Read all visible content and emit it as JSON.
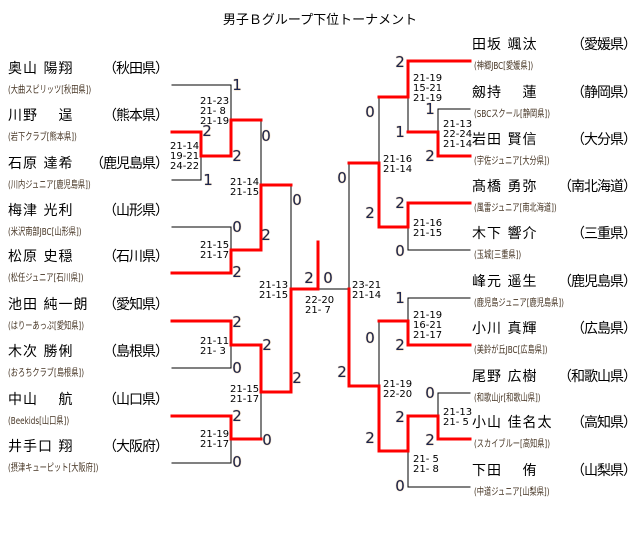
{
  "title": "男子Ｂグループ下位トーナメント",
  "players": {
    "left": [
      {
        "name": "奥山 陽翔",
        "pref": "（秋田県）",
        "team": "(大曲スピリッツ[秋田県])"
      },
      {
        "name": "川野　 逞",
        "pref": "（熊本県）",
        "team": "(岩下クラブ[熊本県])"
      },
      {
        "name": "石原 達希",
        "pref": "（鹿児島県）",
        "team": "(川内ジュニア[鹿児島県])"
      },
      {
        "name": "梅津 光利",
        "pref": "（山形県）",
        "team": "(米沢南部JBC[山形県])"
      },
      {
        "name": "松原 史穏",
        "pref": "（石川県）",
        "team": "(松任ジュニア[石川県])"
      },
      {
        "name": "池田 純一朗",
        "pref": "（愛知県）",
        "team": "(はりーあっぷ[愛知県])"
      },
      {
        "name": "木次 勝俐",
        "pref": "（島根県）",
        "team": "(おろちクラブ[島根県])"
      },
      {
        "name": "中山　 航",
        "pref": "（山口県）",
        "team": "(Beekids[山口県])"
      },
      {
        "name": "井手口 翔",
        "pref": "（大阪府）",
        "team": "(摂津キューピット[大阪府])"
      }
    ],
    "right": [
      {
        "name": "田坂 颯汰",
        "pref": "（愛媛県）",
        "team": "(神郷JBC[愛媛県])"
      },
      {
        "name": "劔持　 蓮",
        "pref": "（静岡県）",
        "team": "(SBCスクール[静岡県])"
      },
      {
        "name": "岩田 賢信",
        "pref": "（大分県）",
        "team": "(宇佐ジュニア[大分県])"
      },
      {
        "name": "髙橋 勇弥",
        "pref": "（南北海道）",
        "team": "(風雷ジュニア[南北海道])"
      },
      {
        "name": "木下 響介",
        "pref": "（三重県）",
        "team": "(玉城[三重県])"
      },
      {
        "name": "峰元 遥生",
        "pref": "（鹿児島県）",
        "team": "(鹿児島ジュニア[鹿児島県])"
      },
      {
        "name": "小川 真輝",
        "pref": "（広島県）",
        "team": "(美鈴が丘JBC[広島県])"
      },
      {
        "name": "尾野 広樹",
        "pref": "（和歌山県）",
        "team": "(和歌山jr[和歌山県])"
      },
      {
        "name": "小山 佳名太",
        "pref": "（高知県）",
        "team": "(スカイブルー[高知県])"
      },
      {
        "name": "下田　 侑",
        "pref": "（山梨県）",
        "team": "(中道ジュニア[山梨県])"
      }
    ]
  },
  "matches": {
    "L1": {
      "s1": "2",
      "s2": "1",
      "games": [
        "21-14",
        "19-21",
        "24-22"
      ]
    },
    "L2": {
      "s1": "1",
      "s2": "2",
      "games": [
        "21-23",
        "21- 8",
        "21-19"
      ]
    },
    "L3": {
      "s1": "0",
      "s2": "2",
      "games": [
        "21-15",
        "21-17"
      ]
    },
    "L4": {
      "s1": "0",
      "s2": "2",
      "games": [
        "21-14",
        "21-15"
      ]
    },
    "L5": {
      "s1": "2",
      "s2": "0",
      "games": [
        "21-11",
        "21- 3"
      ]
    },
    "L6": {
      "s1": "2",
      "s2": "0",
      "games": [
        "21-19",
        "21-17"
      ]
    },
    "L7": {
      "s1": "2",
      "s2": "0",
      "games": [
        "21-15",
        "21-17"
      ]
    },
    "L8": {
      "s1": "0",
      "s2": "2",
      "games": [
        "21-13",
        "21-15"
      ]
    },
    "F": {
      "s1": "2",
      "s2": "0",
      "games": [
        "22-20",
        "21- 7"
      ]
    },
    "R8": {
      "s1": "0",
      "s2": "2",
      "games": [
        "23-21",
        "21-14"
      ]
    },
    "R4": {
      "s1": "0",
      "s2": "2",
      "games": [
        "21-16",
        "21-14"
      ]
    },
    "R2": {
      "s1": "2",
      "s2": "1",
      "games": [
        "21-19",
        "15-21",
        "21-19"
      ]
    },
    "R1": {
      "s1": "1",
      "s2": "2",
      "games": [
        "21-13",
        "22-24",
        "21-14"
      ]
    },
    "R3": {
      "s1": "2",
      "s2": "0",
      "games": [
        "21-16",
        "21-15"
      ]
    },
    "R7": {
      "s1": "0",
      "s2": "2",
      "games": [
        "21-19",
        "22-20"
      ]
    },
    "R5": {
      "s1": "1",
      "s2": "2",
      "games": [
        "21-19",
        "16-21",
        "21-17"
      ]
    },
    "R6": {
      "s1": "0",
      "s2": "2",
      "games": [
        "21-13",
        "21- 5"
      ]
    },
    "R9": {
      "s1": "2",
      "s2": "0",
      "games": [
        "21- 5",
        "21- 8"
      ]
    }
  },
  "colors": {
    "winner_line": "#ff0000",
    "line": "#000000",
    "score": "#1a2550"
  }
}
